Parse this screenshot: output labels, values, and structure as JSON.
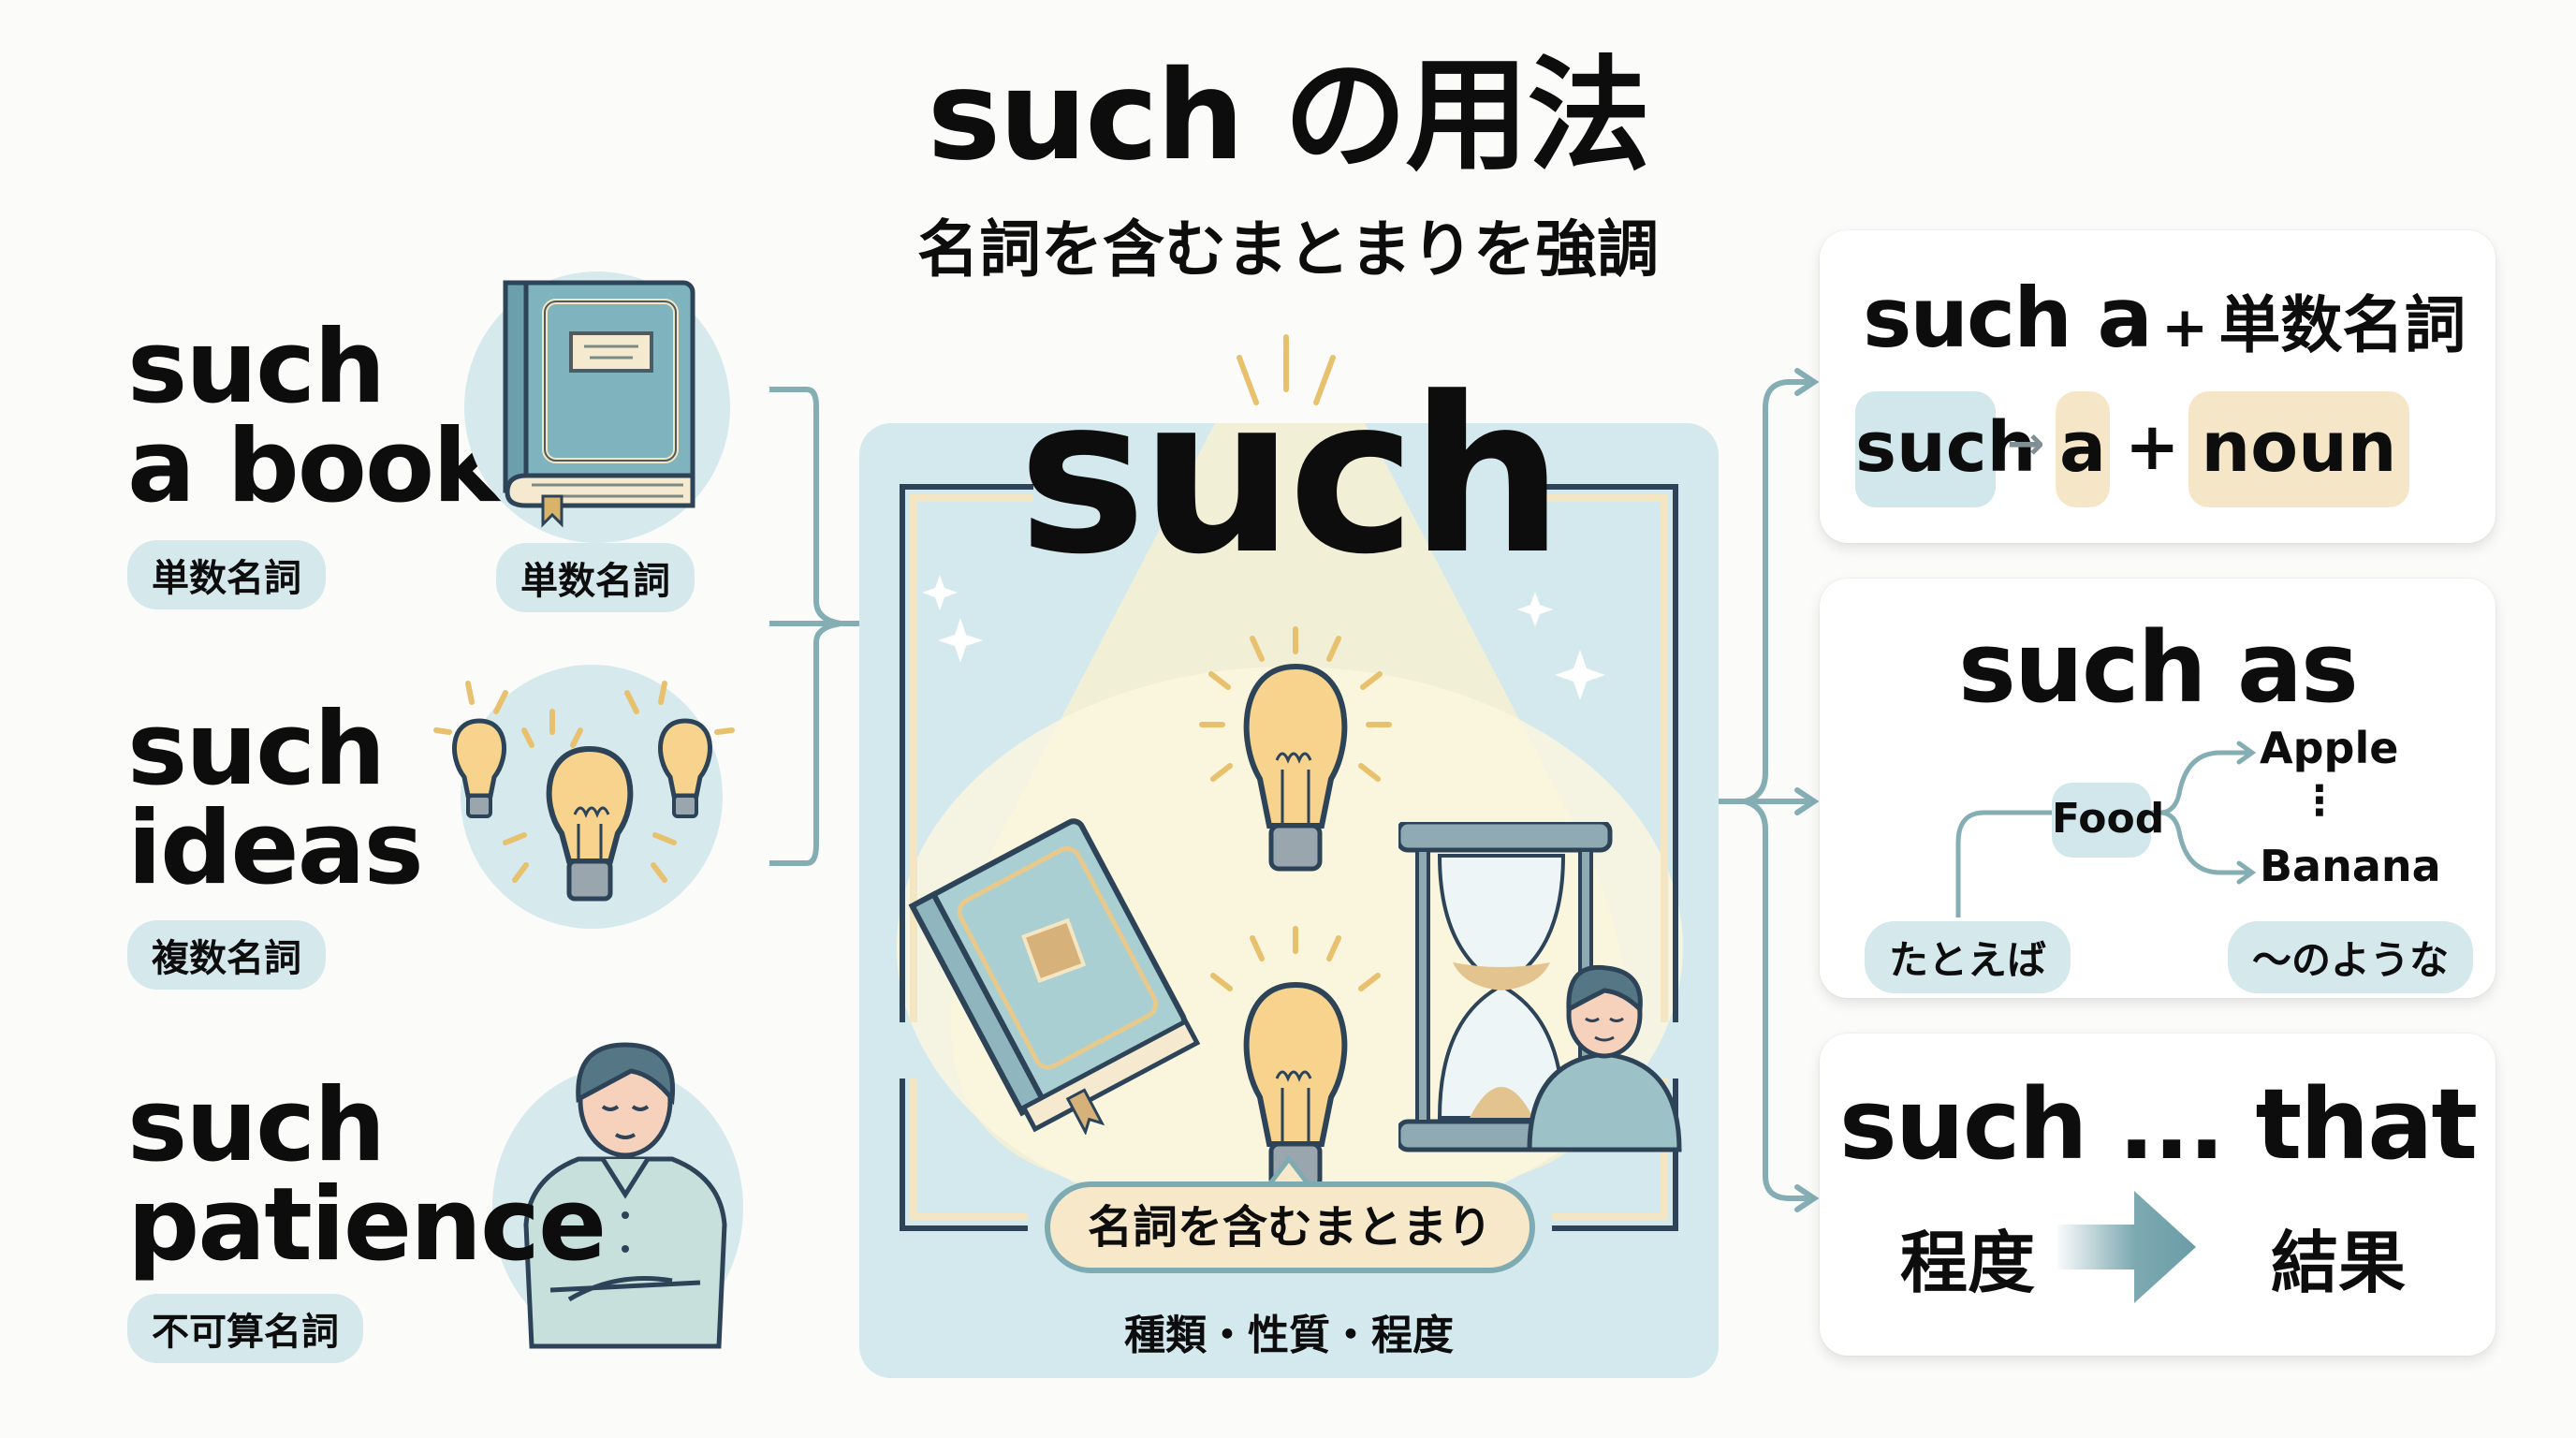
{
  "header": {
    "title": "such の用法",
    "subtitle": "名詞を含むまとまりを強調"
  },
  "examples": [
    {
      "line1": "such",
      "line2": "a book",
      "tag": "単数名詞",
      "image_tag": "単数名詞",
      "icon": "book-icon"
    },
    {
      "line1": "such",
      "line2": "ideas",
      "tag": "複数名詞",
      "icon": "lightbulbs-icon"
    },
    {
      "line1": "such",
      "line2": "patience",
      "tag": "不可算名詞",
      "icon": "patient-person-icon"
    }
  ],
  "center": {
    "word": "such",
    "bubble": "名詞を含むまとまり",
    "caption": "種類・性質・程度",
    "icons": [
      "book-icon",
      "lightbulb-icon",
      "lightbulb-icon",
      "hourglass-icon",
      "person-icon",
      "sparkle-icon"
    ]
  },
  "cards": [
    {
      "title": "such a",
      "title_plus": "+",
      "title_suffix": "単数名詞",
      "formula": {
        "such": "such",
        "arrow": "→",
        "a": "a",
        "plus": "+",
        "noun": "noun"
      }
    },
    {
      "title": "such as",
      "category": "Food",
      "items": [
        "Apple",
        "⋮",
        "Banana"
      ],
      "left_tag": "たとえば",
      "right_tag": "〜のような"
    },
    {
      "title": "such ... that",
      "from": "程度",
      "to": "結果"
    }
  ],
  "colors": {
    "background": "#fbfbfa",
    "light_blue": "#d4e9ee",
    "teal_line": "#7eaab2",
    "cream": "#f6e8c8",
    "gold": "#e8c16e",
    "navy_outline": "#2c4358",
    "card": "#ffffff",
    "text": "#0d0d0d"
  }
}
